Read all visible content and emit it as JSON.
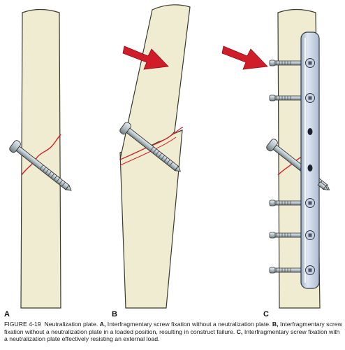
{
  "figure": {
    "panels": [
      {
        "letter": "A"
      },
      {
        "letter": "B"
      },
      {
        "letter": "C"
      }
    ],
    "caption": {
      "figure_label": "FIGURE 4-19",
      "title": "Neutralization plate.",
      "a_letter": "A,",
      "a_text": "Interfragmentary screw fixation without a neutralization plate.",
      "b_letter": "B,",
      "b_text": "Interfragmentary screw fixation without a neutralization plate in a loaded position, resulting in construct failure.",
      "c_letter": "C,",
      "c_text": "Interfragmentary screw fixation with a neutralization plate effectively resisting an external load."
    },
    "colors": {
      "bone_fill": "#efecd2",
      "bone_stroke": "#3a3a30",
      "fracture": "#d6202a",
      "arrow": "#cf1e2a",
      "screw": "#b9c6cc",
      "plate": "#cdd8e8"
    }
  }
}
